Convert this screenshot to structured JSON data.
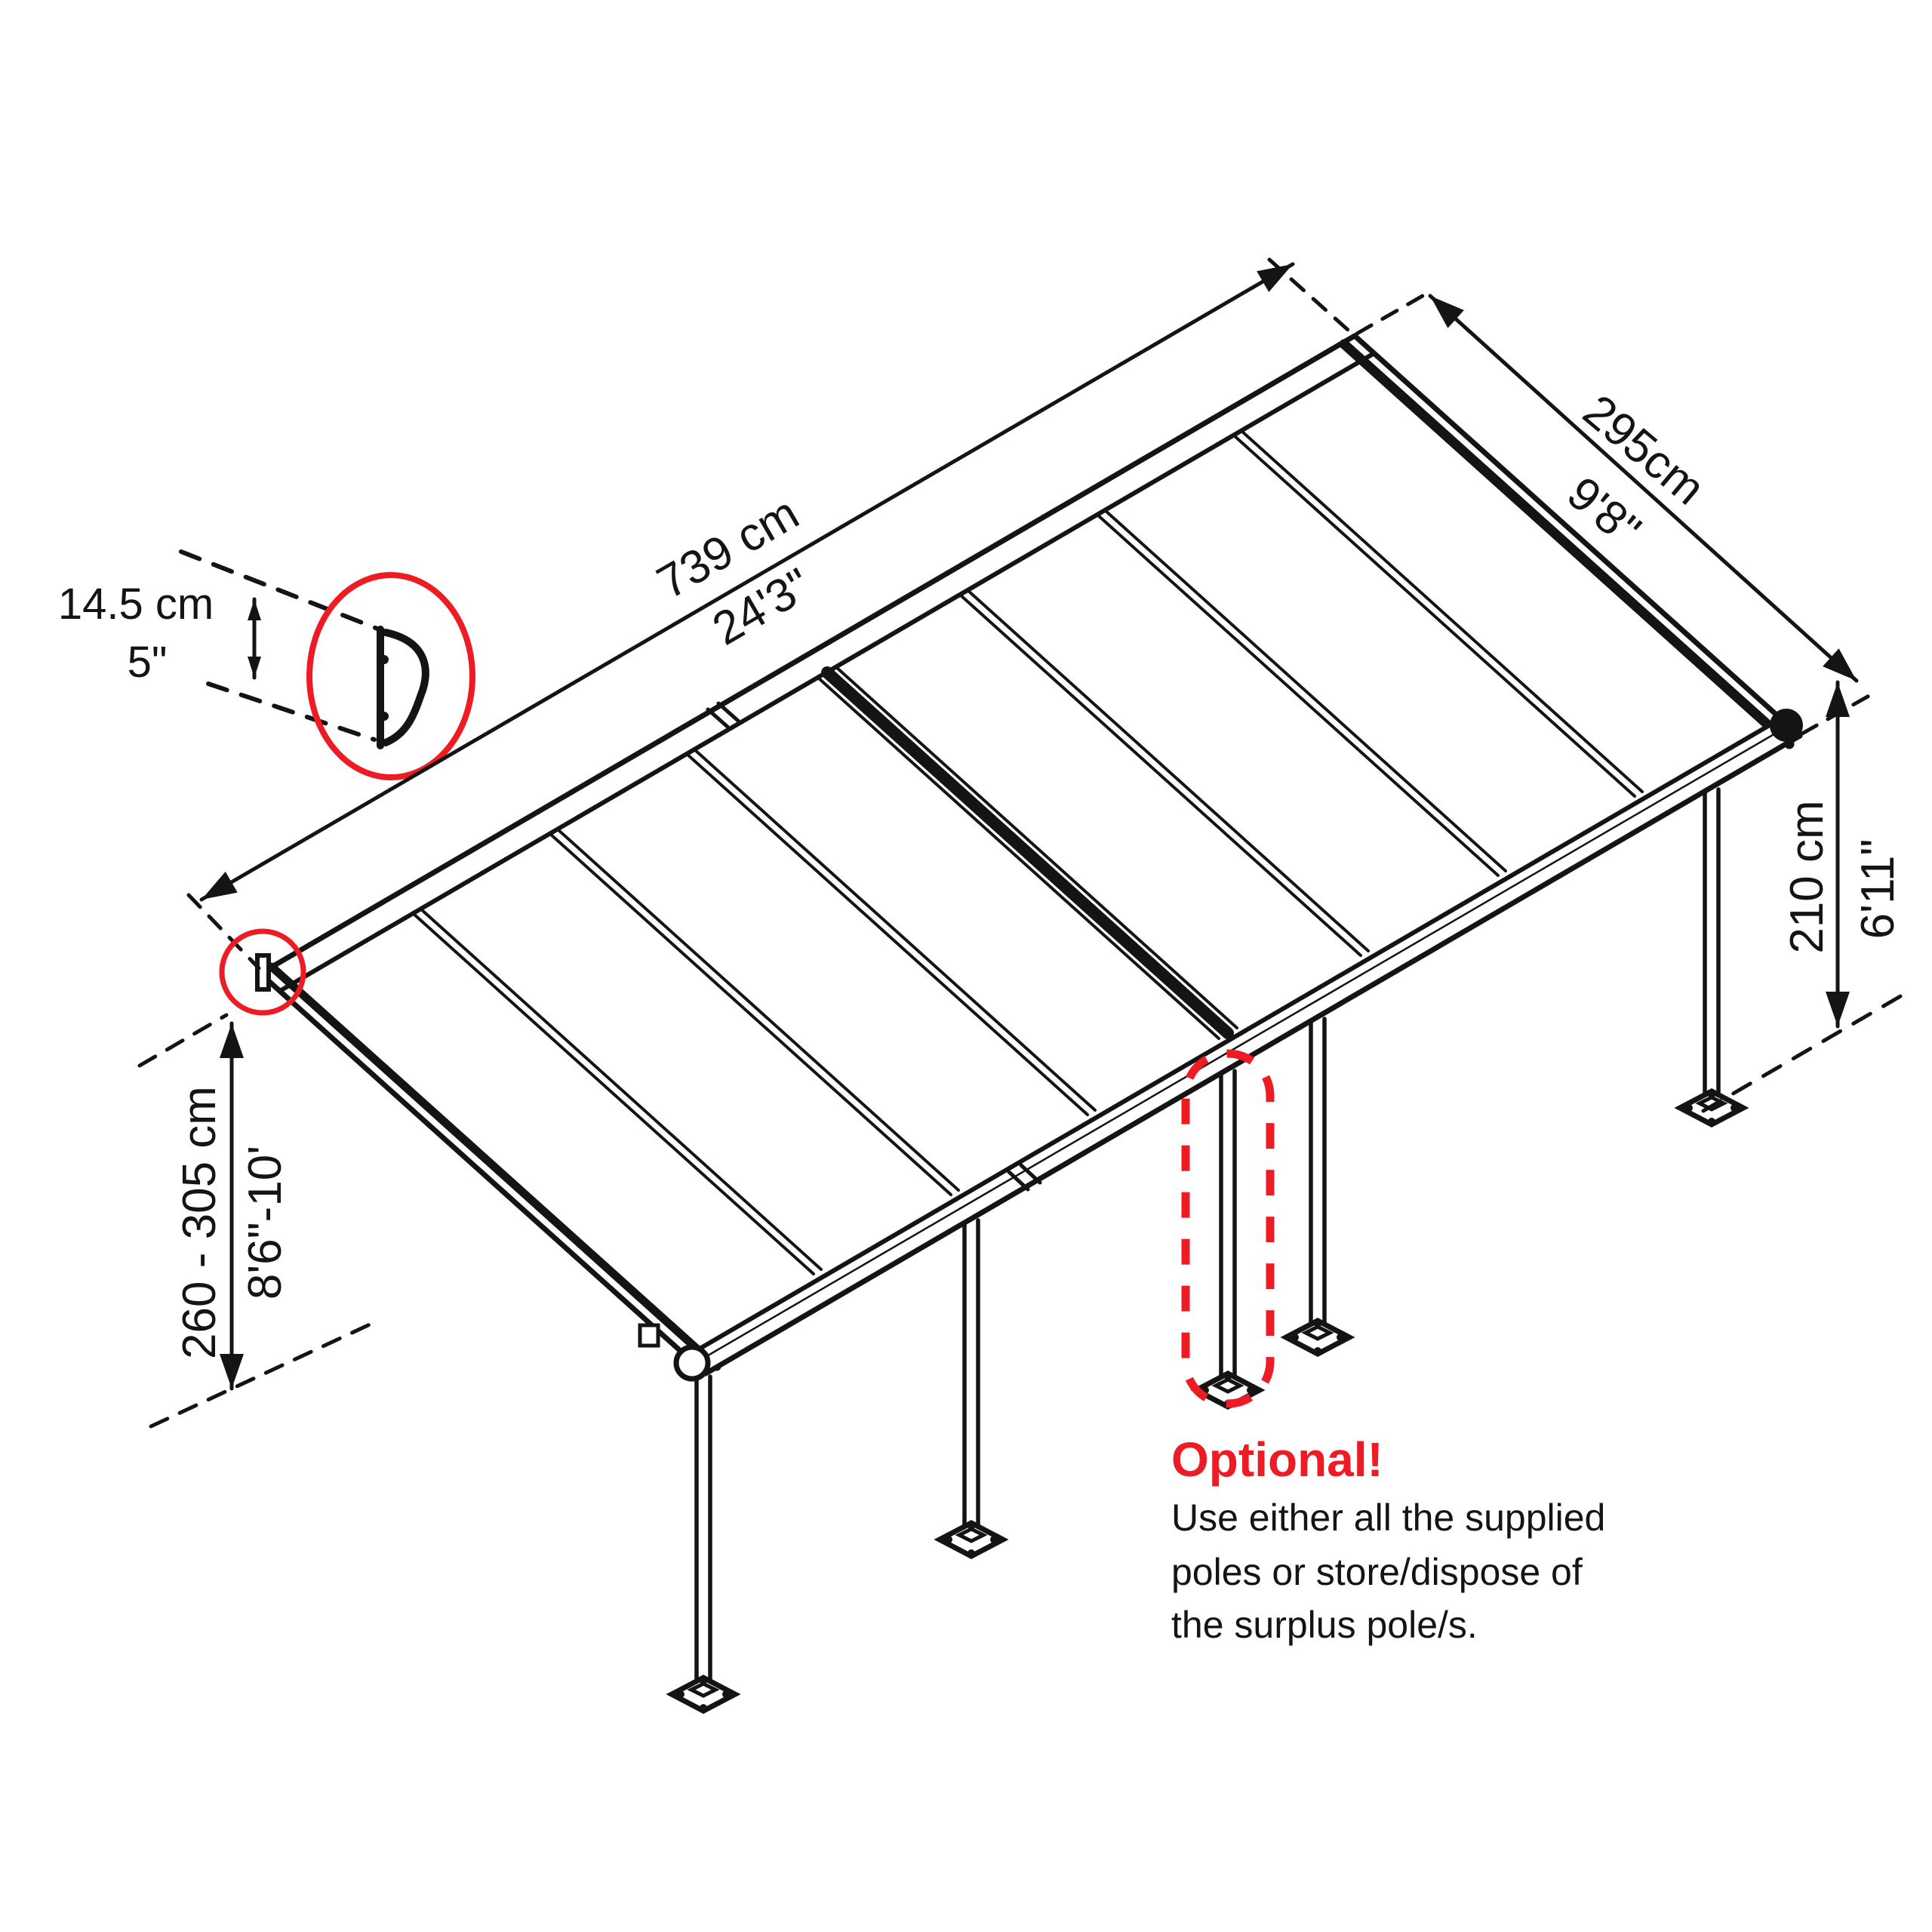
{
  "diagram": {
    "kind": "patio-cover dimension diagram (isometric line drawing)"
  },
  "labels": {
    "length_metric": "739 cm",
    "length_imperial": "24'3\"",
    "width_metric": "295cm",
    "width_imperial": "9'8\"",
    "height_metric": "210 cm",
    "height_imperial": "6'11\"",
    "mount_metric": "260 - 305 cm",
    "mount_imperial": "8'6\"-10'",
    "profile_metric": "14.5 cm",
    "profile_imperial": "5\""
  },
  "note": {
    "title": "Optional!",
    "line1": "Use either all the supplied",
    "line2": "poles or store/dispose of",
    "line3": "the surplus pole/s."
  },
  "colors": {
    "accent": "#ed1c24",
    "ink": "#141414"
  }
}
